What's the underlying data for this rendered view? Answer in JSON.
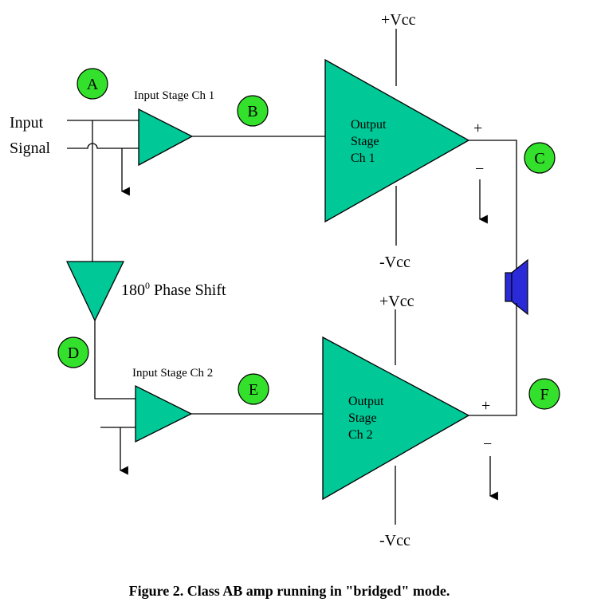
{
  "colors": {
    "amp_fill": "#00c896",
    "node_fill": "#33e02b",
    "speaker_fill": "#2a2ad8",
    "line": "#000000"
  },
  "labels": {
    "input": "Input",
    "signal": "Signal",
    "input_stage_ch1": "Input Stage Ch 1",
    "input_stage_ch2": "Input Stage Ch 2",
    "phase_shift_number": "180",
    "phase_shift_superscript": "0",
    "phase_shift_text": " Phase Shift",
    "vcc_pos": "+Vcc",
    "vcc_neg": "-Vcc",
    "plus": "+",
    "minus": "−"
  },
  "output_stages": [
    {
      "line1": "Output",
      "line2": "Stage",
      "line3": "Ch 1"
    },
    {
      "line1": "Output",
      "line2": "Stage",
      "line3": "Ch 2"
    }
  ],
  "nodes": {
    "a": "A",
    "b": "B",
    "c": "C",
    "d": "D",
    "e": "E",
    "f": "F"
  },
  "icons": {
    "ground": "ground-arrow-icon",
    "speaker": "speaker-icon"
  },
  "caption": "Figure 2. Class AB amp running in \"bridged\" mode."
}
